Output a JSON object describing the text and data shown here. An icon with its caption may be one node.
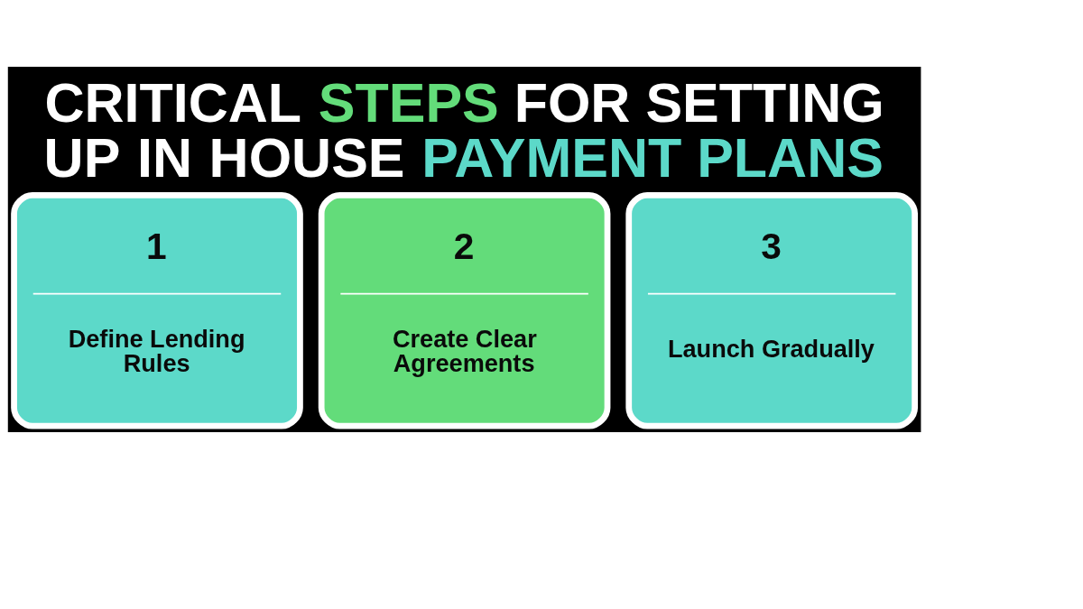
{
  "diagram": {
    "title": "CRITICAL STEPS FOR SETTING UP IN HOUSE PAYMENT PLANS",
    "nodes": [
      {
        "text": [
          "1",
          "Define Lending Rules"
        ]
      },
      {
        "text": [
          "2",
          "Create Clear Agreements"
        ]
      },
      {
        "text": [
          "3",
          "Launch Gradually"
        ]
      }
    ]
  }
}
